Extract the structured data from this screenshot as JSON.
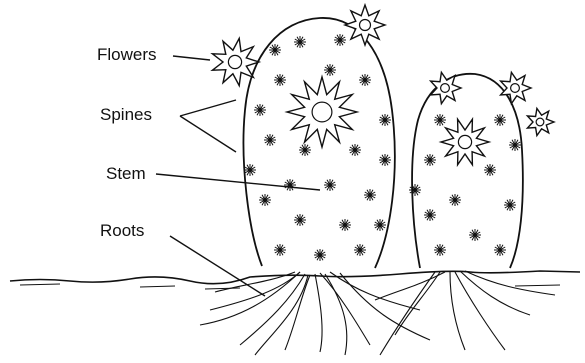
{
  "labels": {
    "flowers": "Flowers",
    "spines": "Spines",
    "stem": "Stem",
    "roots": "Roots"
  },
  "colors": {
    "ink": "#111111",
    "background": "#ffffff"
  }
}
